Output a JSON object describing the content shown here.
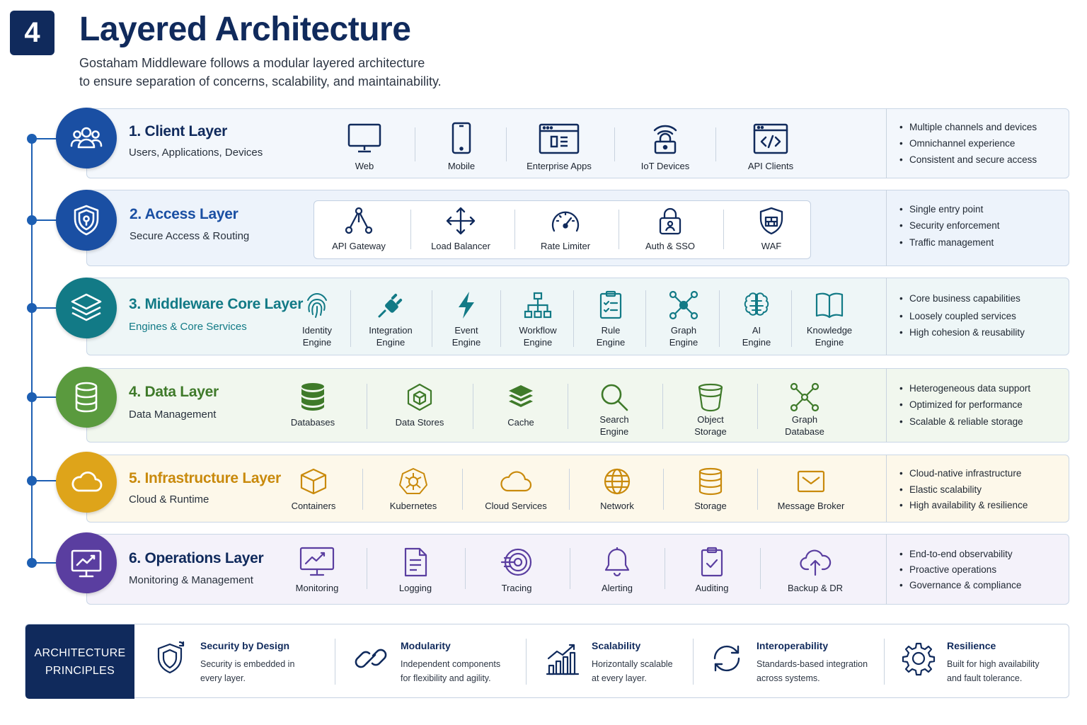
{
  "header": {
    "section_number": "4",
    "title": "Layered Architecture",
    "subtitle_line1": "Gostaham Middleware follows a modular layered architecture",
    "subtitle_line2": "to ensure separation of concerns, scalability, and maintainability."
  },
  "colors": {
    "navy": "#102a5c",
    "client": "#1a4fa3",
    "access": "#1a4fa3",
    "core": "#127a86",
    "data": "#5a9a3e",
    "infra": "#dea41a",
    "ops": "#5a3ea0"
  },
  "layers": [
    {
      "title": "1. Client Layer",
      "subtitle": "Users, Applications, Devices",
      "icon": "users-icon",
      "items": [
        {
          "label": "Web",
          "icon": "monitor-icon"
        },
        {
          "label": "Mobile",
          "icon": "phone-icon"
        },
        {
          "label": "Enterprise Apps",
          "icon": "app-window-icon"
        },
        {
          "label": "IoT Devices",
          "icon": "iot-lock-icon"
        },
        {
          "label": "API Clients",
          "icon": "code-window-icon"
        }
      ],
      "bullets": [
        "Multiple channels and devices",
        "Omnichannel experience",
        "Consistent and secure access"
      ]
    },
    {
      "title": "2. Access Layer",
      "subtitle": "Secure Access & Routing",
      "icon": "shield-icon",
      "items": [
        {
          "label": "API Gateway",
          "icon": "gateway-icon"
        },
        {
          "label": "Load Balancer",
          "icon": "arrows-icon"
        },
        {
          "label": "Rate Limiter",
          "icon": "gauge-icon"
        },
        {
          "label": "Auth & SSO",
          "icon": "lock-user-icon"
        },
        {
          "label": "WAF",
          "icon": "firewall-shield-icon"
        }
      ],
      "bullets": [
        "Single entry point",
        "Security enforcement",
        "Traffic management"
      ]
    },
    {
      "title": "3. Middleware Core Layer",
      "subtitle": "Engines & Core Services",
      "icon": "layers-icon",
      "items": [
        {
          "label1": "Identity",
          "label2": "Engine",
          "icon": "fingerprint-icon"
        },
        {
          "label1": "Integration",
          "label2": "Engine",
          "icon": "plug-icon"
        },
        {
          "label1": "Event",
          "label2": "Engine",
          "icon": "lightning-icon"
        },
        {
          "label1": "Workflow",
          "label2": "Engine",
          "icon": "workflow-icon"
        },
        {
          "label1": "Rule",
          "label2": "Engine",
          "icon": "checklist-icon"
        },
        {
          "label1": "Graph",
          "label2": "Engine",
          "icon": "graph-icon"
        },
        {
          "label1": "AI",
          "label2": "Engine",
          "icon": "brain-icon"
        },
        {
          "label1": "Knowledge",
          "label2": "Engine",
          "icon": "book-icon"
        }
      ],
      "bullets": [
        "Core business capabilities",
        "Loosely coupled services",
        "High cohesion & reusability"
      ]
    },
    {
      "title": "4. Data Layer",
      "subtitle": "Data Management",
      "icon": "database-icon",
      "items": [
        {
          "label1": "Databases",
          "label2": "",
          "icon": "database-stack-icon"
        },
        {
          "label1": "Data Stores",
          "label2": "",
          "icon": "cube-icon"
        },
        {
          "label1": "Cache",
          "label2": "",
          "icon": "stack-icon"
        },
        {
          "label1": "Search",
          "label2": "Engine",
          "icon": "search-icon"
        },
        {
          "label1": "Object",
          "label2": "Storage",
          "icon": "bucket-icon"
        },
        {
          "label1": "Graph",
          "label2": "Database",
          "icon": "graph-db-icon"
        }
      ],
      "bullets": [
        "Heterogeneous data support",
        "Optimized for performance",
        "Scalable & reliable storage"
      ]
    },
    {
      "title": "5. Infrastructure Layer",
      "subtitle": "Cloud & Runtime",
      "icon": "cloud-icon",
      "items": [
        {
          "label": "Containers",
          "icon": "container-icon"
        },
        {
          "label": "Kubernetes",
          "icon": "kubernetes-icon"
        },
        {
          "label": "Cloud Services",
          "icon": "cloud-outline-icon"
        },
        {
          "label": "Network",
          "icon": "globe-icon"
        },
        {
          "label": "Storage",
          "icon": "storage-icon"
        },
        {
          "label": "Message Broker",
          "icon": "envelope-icon"
        }
      ],
      "bullets": [
        "Cloud-native infrastructure",
        "Elastic scalability",
        "High availability & resilience"
      ]
    },
    {
      "title": "6. Operations Layer",
      "subtitle": "Monitoring & Management",
      "icon": "monitor-chart-icon",
      "items": [
        {
          "label": "Monitoring",
          "icon": "monitor-chart-icon"
        },
        {
          "label": "Logging",
          "icon": "document-icon"
        },
        {
          "label": "Tracing",
          "icon": "target-icon"
        },
        {
          "label": "Alerting",
          "icon": "bell-icon"
        },
        {
          "label": "Auditing",
          "icon": "clipboard-check-icon"
        },
        {
          "label": "Backup & DR",
          "icon": "cloud-upload-icon"
        }
      ],
      "bullets": [
        "End-to-end observability",
        "Proactive operations",
        "Governance & compliance"
      ]
    }
  ],
  "principles": {
    "label_line1": "ARCHITECTURE",
    "label_line2": "PRINCIPLES",
    "items": [
      {
        "title": "Security by Design",
        "desc1": "Security is embedded in",
        "desc2": "every layer.",
        "icon": "shield-refresh-icon"
      },
      {
        "title": "Modularity",
        "desc1": "Independent components",
        "desc2": "for flexibility and agility.",
        "icon": "link-icon"
      },
      {
        "title": "Scalability",
        "desc1": "Horizontally scalable",
        "desc2": "at every layer.",
        "icon": "growth-chart-icon"
      },
      {
        "title": "Interoperability",
        "desc1": "Standards-based integration",
        "desc2": "across systems.",
        "icon": "sync-icon"
      },
      {
        "title": "Resilience",
        "desc1": "Built for high availability",
        "desc2": "and fault tolerance.",
        "icon": "gear-icon"
      }
    ]
  }
}
